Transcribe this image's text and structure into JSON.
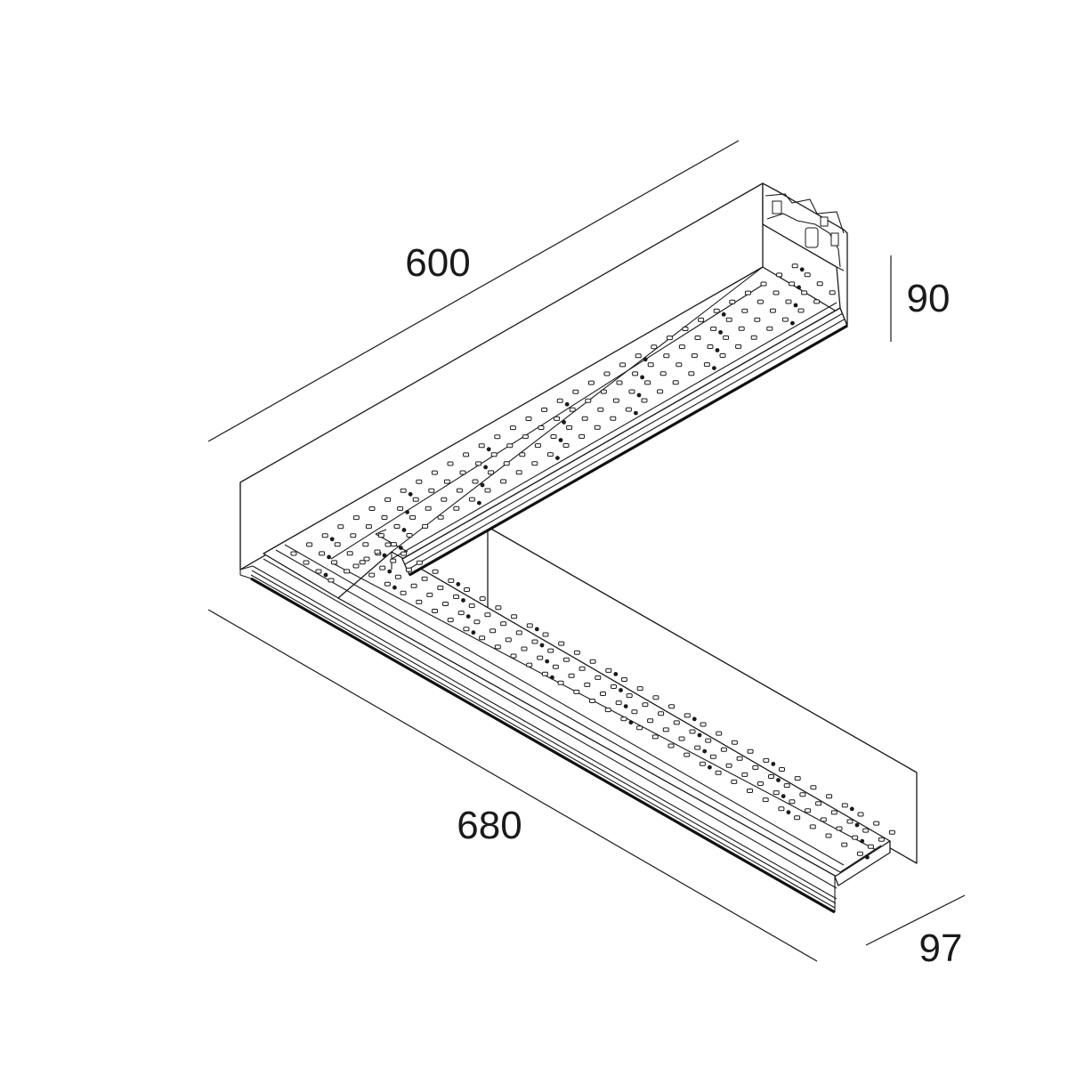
{
  "dimensions": {
    "length_long": "600",
    "length_short": "680",
    "height": "90",
    "depth": "97"
  },
  "colors": {
    "line": "#1a1a1a",
    "background": "#ffffff"
  }
}
